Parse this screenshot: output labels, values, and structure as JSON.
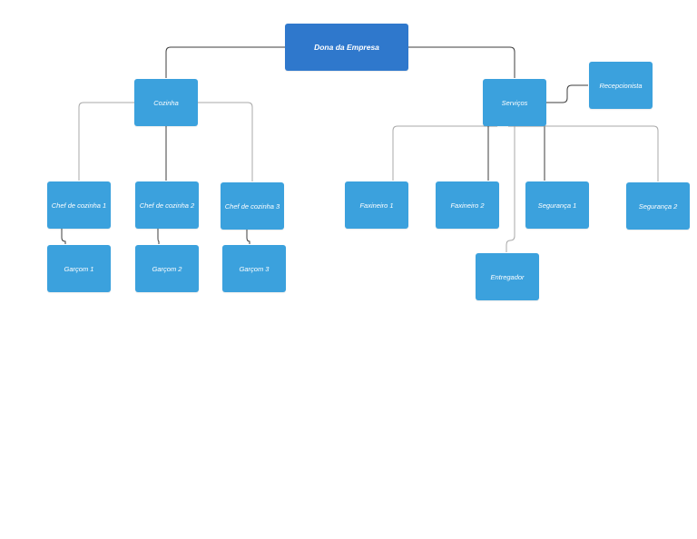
{
  "colors": {
    "root_fill": "#2f78cc",
    "node_fill": "#3ba1dd",
    "node_text": "#ffffff",
    "edge_dark": "#3c3c3c",
    "edge_light": "#a8a8a8"
  },
  "nodes": {
    "root": "Dona da Empresa",
    "cozinha": "Cozinha",
    "servicos": "Serviços",
    "recepcionista": "Recepcionista",
    "chef1": "Chef de cozinha 1",
    "chef2": "Chef de cozinha 2",
    "chef3": "Chef de cozinha 3",
    "garcom1": "Garçom 1",
    "garcom2": "Garçom 2",
    "garcom3": "Garçom 3",
    "faxineiro1": "Faxineiro 1",
    "faxineiro2": "Faxineiro 2",
    "seguranca1": "Segurança 1",
    "seguranca2": "Segurança 2",
    "entregador": "Entregador"
  },
  "edges": [
    {
      "from": "root",
      "to": "cozinha",
      "style": "dark"
    },
    {
      "from": "root",
      "to": "servicos",
      "style": "dark"
    },
    {
      "from": "cozinha",
      "to": "chef1",
      "style": "light"
    },
    {
      "from": "cozinha",
      "to": "chef2",
      "style": "dark"
    },
    {
      "from": "cozinha",
      "to": "chef3",
      "style": "light"
    },
    {
      "from": "chef1",
      "to": "garcom1",
      "style": "dark"
    },
    {
      "from": "chef2",
      "to": "garcom2",
      "style": "dark"
    },
    {
      "from": "chef3",
      "to": "garcom3",
      "style": "dark"
    },
    {
      "from": "servicos",
      "to": "recepcionista",
      "style": "dark"
    },
    {
      "from": "servicos",
      "to": "faxineiro1",
      "style": "light"
    },
    {
      "from": "servicos",
      "to": "faxineiro2",
      "style": "dark"
    },
    {
      "from": "servicos",
      "to": "seguranca1",
      "style": "dark"
    },
    {
      "from": "servicos",
      "to": "seguranca2",
      "style": "light"
    },
    {
      "from": "servicos",
      "to": "entregador",
      "style": "light"
    }
  ]
}
